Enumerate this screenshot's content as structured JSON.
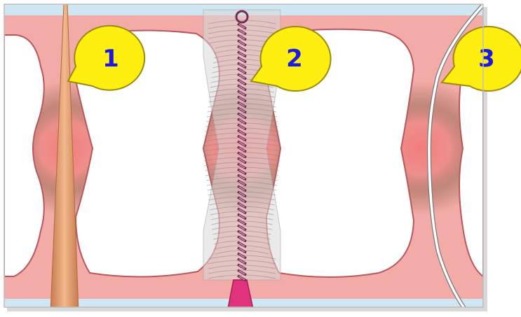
{
  "callouts": [
    {
      "label": "1"
    },
    {
      "label": "2"
    },
    {
      "label": "3"
    }
  ],
  "colors": {
    "background_blue": "#cfe6f3",
    "gum_tissue": "#f2aba6",
    "gum_outline": "#b8585e",
    "tooth_white": "#ffffff",
    "inflammation_brown": "#8a5a45",
    "inflammation_pink": "#f47a7a",
    "pick_wood": "#e8a97a",
    "brush_wire_dark": "#7a2a52",
    "brush_wire_light": "#e3a0c0",
    "brush_handle": "#e0337c",
    "floss_white": "#ffffff",
    "callout_fill": "#ffef10",
    "callout_stroke": "#9a8a10",
    "callout_text": "#1a1ae0"
  },
  "items": [
    {
      "icon": "wooden-toothpick-icon"
    },
    {
      "icon": "interdental-brush-icon"
    },
    {
      "icon": "dental-floss-icon"
    }
  ]
}
